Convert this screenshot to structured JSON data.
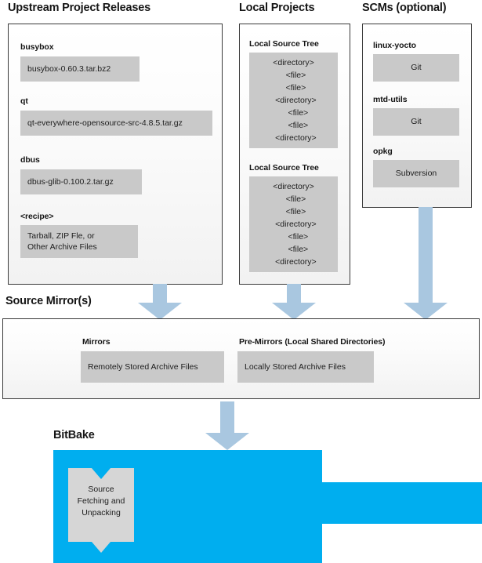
{
  "colors": {
    "arrow_blue": "#a9c7e0",
    "bitbake_blue": "#00aeef",
    "grey_box": "#c9c9c9",
    "panel_border": "#3a3a3a"
  },
  "sections": {
    "upstream": {
      "title": "Upstream Project Releases",
      "groups": [
        {
          "label": "busybox",
          "value": "busybox-0.60.3.tar.bz2"
        },
        {
          "label": "qt",
          "value": "qt-everywhere-opensource-src-4.8.5.tar.gz"
        },
        {
          "label": "dbus",
          "value": "dbus-glib-0.100.2.tar.gz"
        },
        {
          "label": "<recipe>",
          "value": "Tarball, ZIP Fle, or\nOther Archive Files"
        }
      ]
    },
    "local_projects": {
      "title": "Local Projects",
      "trees": [
        {
          "label": "Local Source Tree",
          "lines": [
            "<directory>",
            "  <file>",
            "  <file>",
            "  <directory>",
            "    <file>",
            "    <file>",
            "  <directory>"
          ]
        },
        {
          "label": "Local Source Tree",
          "lines": [
            "<directory>",
            "  <file>",
            "  <file>",
            "  <directory>",
            "    <file>",
            "    <file>",
            "  <directory>"
          ]
        }
      ]
    },
    "scms": {
      "title": "SCMs (optional)",
      "groups": [
        {
          "label": "linux-yocto",
          "value": "Git"
        },
        {
          "label": "mtd-utils",
          "value": "Git"
        },
        {
          "label": "opkg",
          "value": "Subversion"
        }
      ]
    },
    "source_mirrors": {
      "title": "Source Mirror(s)",
      "groups": [
        {
          "label": "Mirrors",
          "value": "Remotely Stored Archive Files"
        },
        {
          "label": "Pre-Mirrors (Local Shared Directories)",
          "value": "Locally Stored Archive Files"
        }
      ]
    },
    "bitbake": {
      "title": "BitBake",
      "task": "Source\nFetching and\nUnpacking"
    }
  },
  "arrows": [
    {
      "name": "arrow-upstream-to-mirror"
    },
    {
      "name": "arrow-local-projects-to-mirror"
    },
    {
      "name": "arrow-scms-to-mirror"
    },
    {
      "name": "arrow-mirror-to-bitbake"
    }
  ]
}
